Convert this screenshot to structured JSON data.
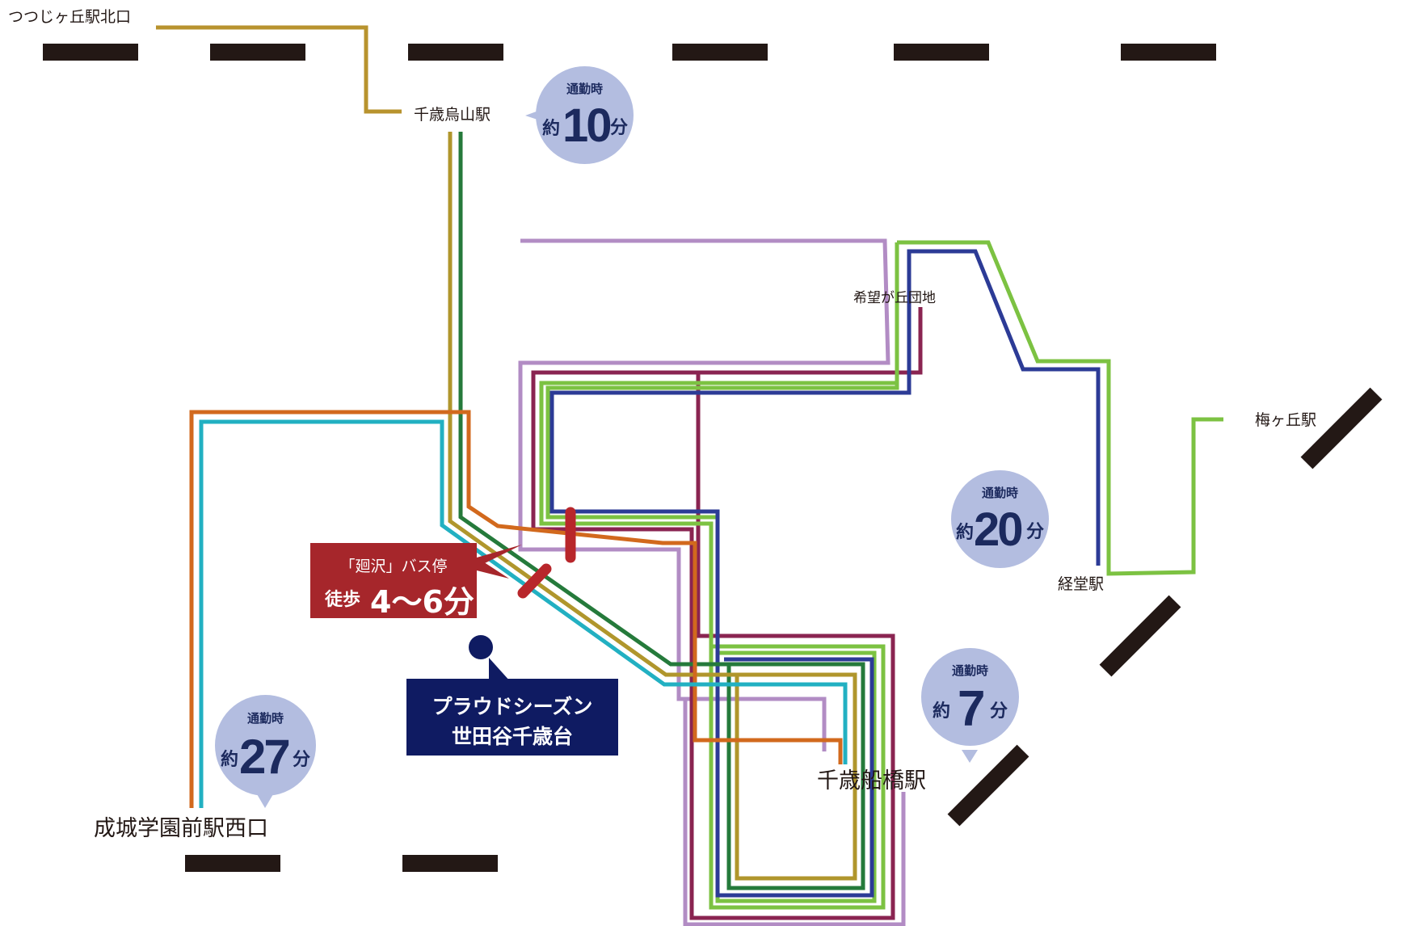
{
  "stations": {
    "tsutsujigaoka": "つつじヶ丘駅北口",
    "chitosekarasuyama": "千歳烏山駅",
    "kibougaoka": "希望が丘団地",
    "umegaoka": "梅ヶ丘駅",
    "kyodo": "経堂駅",
    "chitosefunabashi": "千歳船橋駅",
    "seijo": "成城学園前駅西口"
  },
  "bubbles": [
    {
      "caption": "通勤時",
      "approx": "約",
      "number": "10",
      "unit": "分"
    },
    {
      "caption": "通勤時",
      "approx": "約",
      "number": "20",
      "unit": "分"
    },
    {
      "caption": "通勤時",
      "approx": "約",
      "number": "7",
      "unit": "分"
    },
    {
      "caption": "通勤時",
      "approx": "約",
      "number": "27",
      "unit": "分"
    }
  ],
  "bus_stop": {
    "name": "「廻沢」バス停",
    "walk_label": "徒歩",
    "walk_time": "4～6分"
  },
  "property": {
    "line1": "プラウドシーズン",
    "line2": "世田谷千歳台"
  },
  "colors": {
    "gold": "#b8932e",
    "olive": "#b0962c",
    "dark_green": "#257a3b",
    "orange": "#d2691d",
    "cyan": "#22b0c2",
    "lavender": "#b28cc4",
    "maroon": "#8a2451",
    "lime": "#7cc242",
    "navy": "#2c3b96",
    "rail": "#231815",
    "bubble": "#b3bde0",
    "bus_box": "#a6262b",
    "bus_marker": "#b8262b",
    "property_box": "#0f1b62"
  }
}
